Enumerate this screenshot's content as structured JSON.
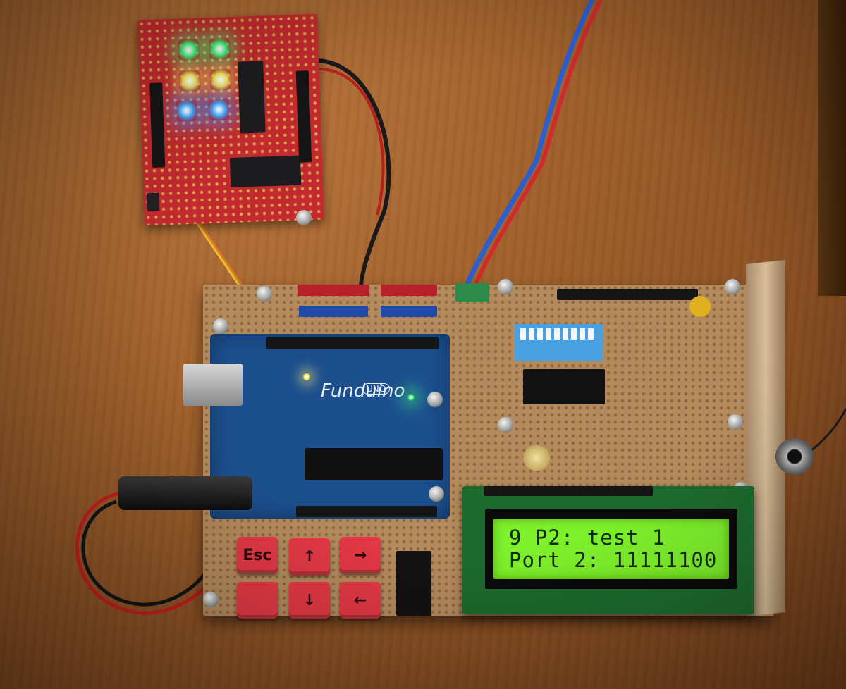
{
  "lcd": {
    "line1": "9 P2: test 1",
    "line2": "Port 2: 11111100"
  },
  "arduino": {
    "brand": "Funduino",
    "model": "UNO"
  },
  "buttons": [
    {
      "label": "Esc",
      "icon": "esc"
    },
    {
      "label": "↑",
      "icon": "arrow-up-icon"
    },
    {
      "label": "→",
      "icon": "arrow-right-icon"
    },
    {
      "label": "",
      "icon": "blank"
    },
    {
      "label": "↓",
      "icon": "arrow-down-icon"
    },
    {
      "label": "←",
      "icon": "arrow-left-icon"
    }
  ],
  "leds": [
    "green",
    "green",
    "yellow",
    "yellow",
    "blue",
    "blue"
  ],
  "colors": {
    "lcd_backlight": "#7ef12c",
    "shield": "#c32a2f",
    "arduino": "#1c4f8e",
    "button": "#e23845"
  }
}
